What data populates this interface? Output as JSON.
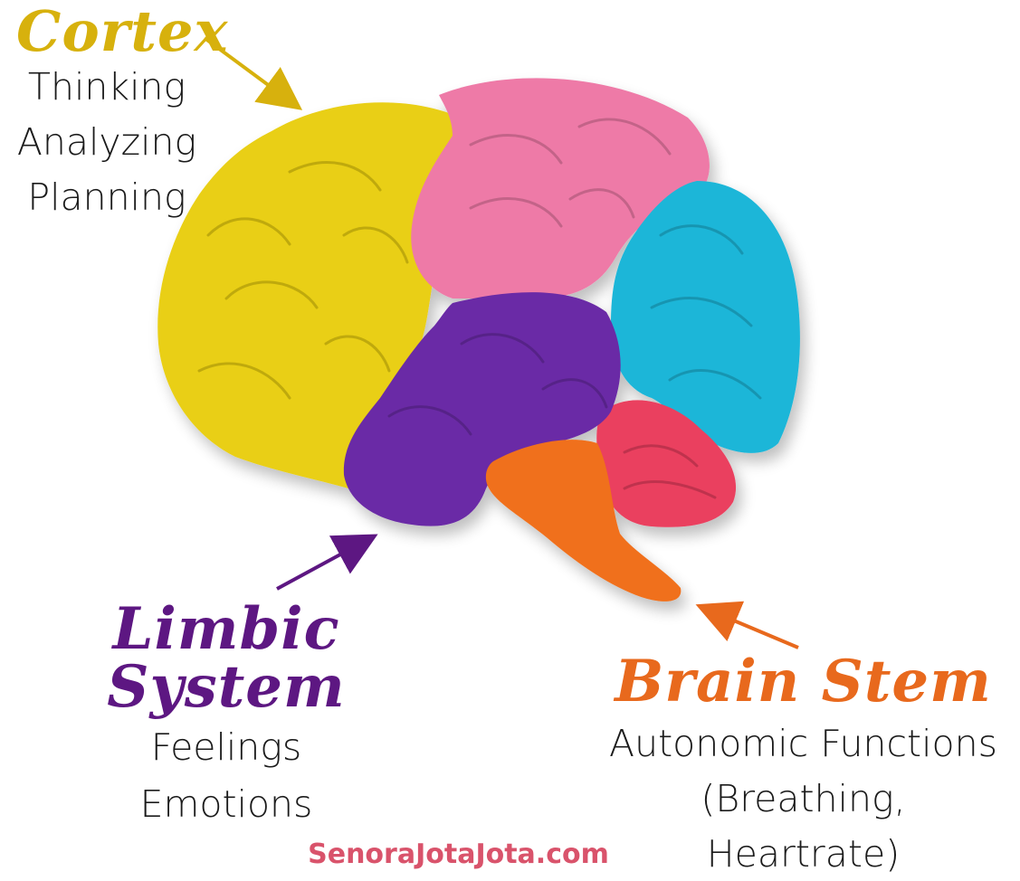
{
  "regions": {
    "cortex": {
      "title": "Cortex",
      "lines": [
        "Thinking",
        "Analyzing",
        "Planning"
      ],
      "color": "#d7b10d",
      "fill": "#e9cf12"
    },
    "limbic": {
      "title": "Limbic System",
      "lines": [
        "Feelings",
        "Emotions"
      ],
      "color": "#5d1782",
      "fill": "#6b2ca6"
    },
    "stem": {
      "title": "Brain Stem",
      "lines": [
        "Autonomic Functions",
        "(Breathing,",
        "Heartrate)"
      ],
      "color": "#e8691d",
      "fill": "#f06f1a"
    }
  },
  "lobe_colors": {
    "frontal": "#e9cf12",
    "parietal": "#ee7aa7",
    "occipital": "#1fb6d8",
    "cerebellum": "#ea3f5e",
    "limbic": "#6b2ca6",
    "stem": "#f06f1a"
  },
  "footer": {
    "credit": "SenoraJotaJota.com",
    "credit_color": "#d9536b"
  }
}
